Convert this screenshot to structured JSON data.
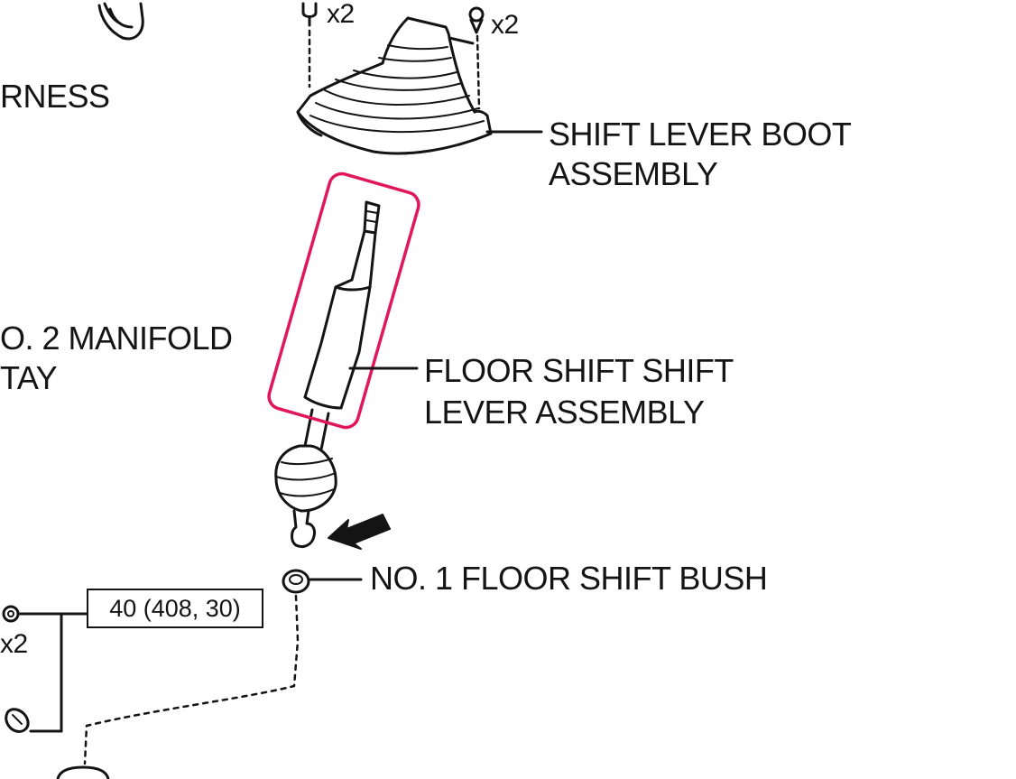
{
  "labels": {
    "harness": "RNESS",
    "shift_lever_boot": [
      "SHIFT LEVER BOOT",
      "ASSEMBLY"
    ],
    "manifold_stay": [
      "O. 2 MANIFOLD",
      "TAY"
    ],
    "floor_shift_lever": [
      "FLOOR SHIFT SHIFT",
      "LEVER ASSEMBLY"
    ],
    "floor_shift_bush": "NO. 1 FLOOR SHIFT BUSH"
  },
  "quantities": {
    "boot_bolt_left": "x2",
    "boot_bolt_right": "x2",
    "lower_bolts": "x2"
  },
  "torque_spec": "40 (408, 30)",
  "colors": {
    "line": "#141414",
    "highlight": "#e0185a",
    "background": "#ffffff"
  }
}
